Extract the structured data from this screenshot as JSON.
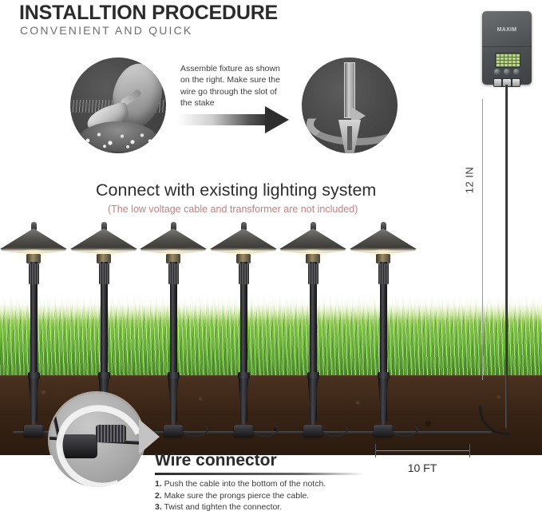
{
  "header": {
    "title": "INSTALLTION PROCEDURE",
    "subtitle": "CONVENIENT AND QUICK"
  },
  "assembly": {
    "instruction": "Assemble fixture as shown on the right. Make sure the wire go through the slot of the stake",
    "dig_photo_name": "digging-hole-photo",
    "stake_photo_name": "stake-assembly-photo",
    "arrow_name": "right-arrow"
  },
  "transformer": {
    "brand": "MAXIM",
    "display_name": "lcd-display",
    "button_count": 3,
    "terminal_count": 3
  },
  "main": {
    "heading": "Connect with existing lighting system",
    "note": "(The low voltage cable and transformer are not included)",
    "note_color": "#c87f7f"
  },
  "lamps": {
    "count": 6,
    "positions": [
      0,
      88,
      175,
      263,
      350,
      438
    ],
    "label": "path-light-fixture"
  },
  "dimensions": {
    "vertical": "12 IN",
    "horizontal": "10 FT"
  },
  "wire_connector": {
    "title": "Wire connector",
    "steps": [
      "1. Push the cable into the bottom of the notch.",
      "2. Make sure the prongs pierce the cable.",
      "3. Twist and tighten the connector."
    ]
  }
}
